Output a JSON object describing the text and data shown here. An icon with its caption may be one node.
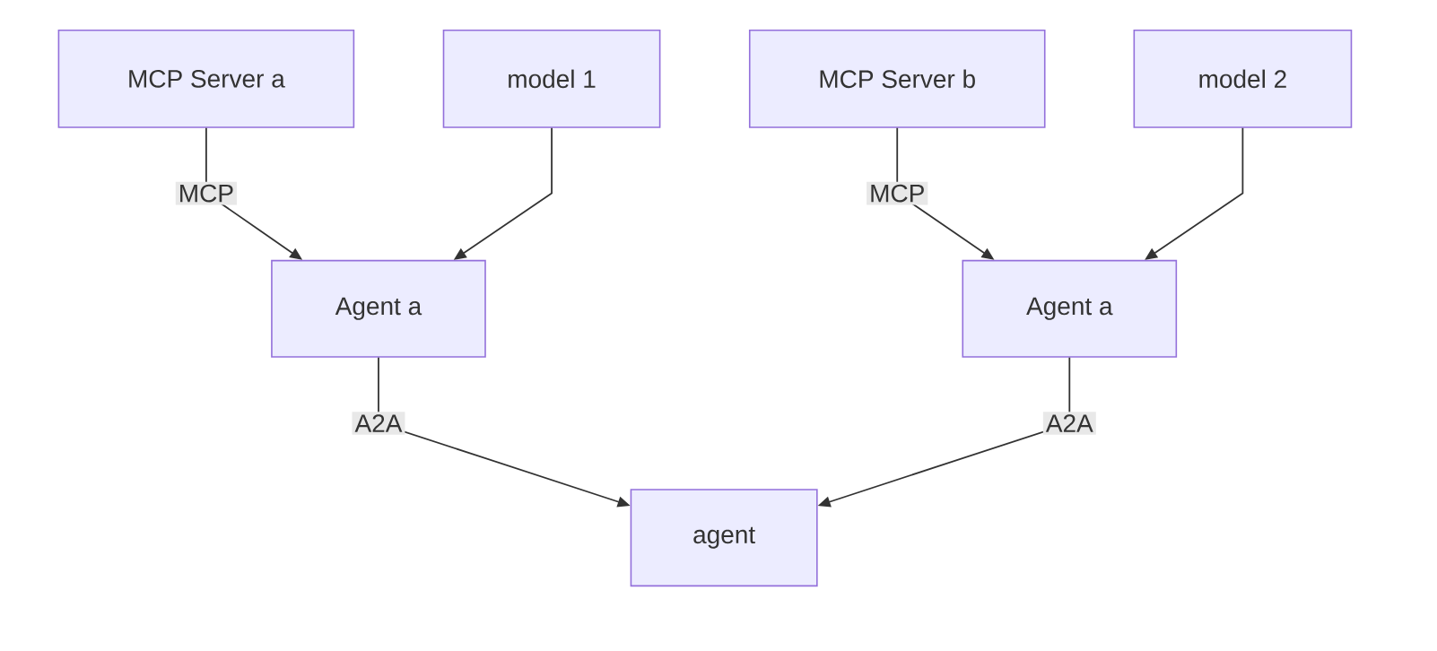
{
  "diagram": {
    "nodes": [
      {
        "text": [
          "MCP Server a"
        ]
      },
      {
        "text": [
          "model 1"
        ]
      },
      {
        "text": [
          "MCP Server b"
        ]
      },
      {
        "text": [
          "model 2"
        ]
      },
      {
        "text": [
          "Agent a"
        ]
      },
      {
        "text": [
          "Agent a"
        ]
      },
      {
        "text": [
          "agent"
        ]
      }
    ],
    "edges": [
      {
        "from": 0,
        "to": 4,
        "arrow": "to",
        "label": "MCP"
      },
      {
        "from": 1,
        "to": 4,
        "arrow": "to"
      },
      {
        "from": 2,
        "to": 5,
        "arrow": "to",
        "label": "MCP"
      },
      {
        "from": 3,
        "to": 5,
        "arrow": "to"
      },
      {
        "from": 4,
        "to": 6,
        "arrow": "to",
        "label": "A2A"
      },
      {
        "from": 5,
        "to": 6,
        "arrow": "to",
        "label": "A2A"
      }
    ]
  }
}
